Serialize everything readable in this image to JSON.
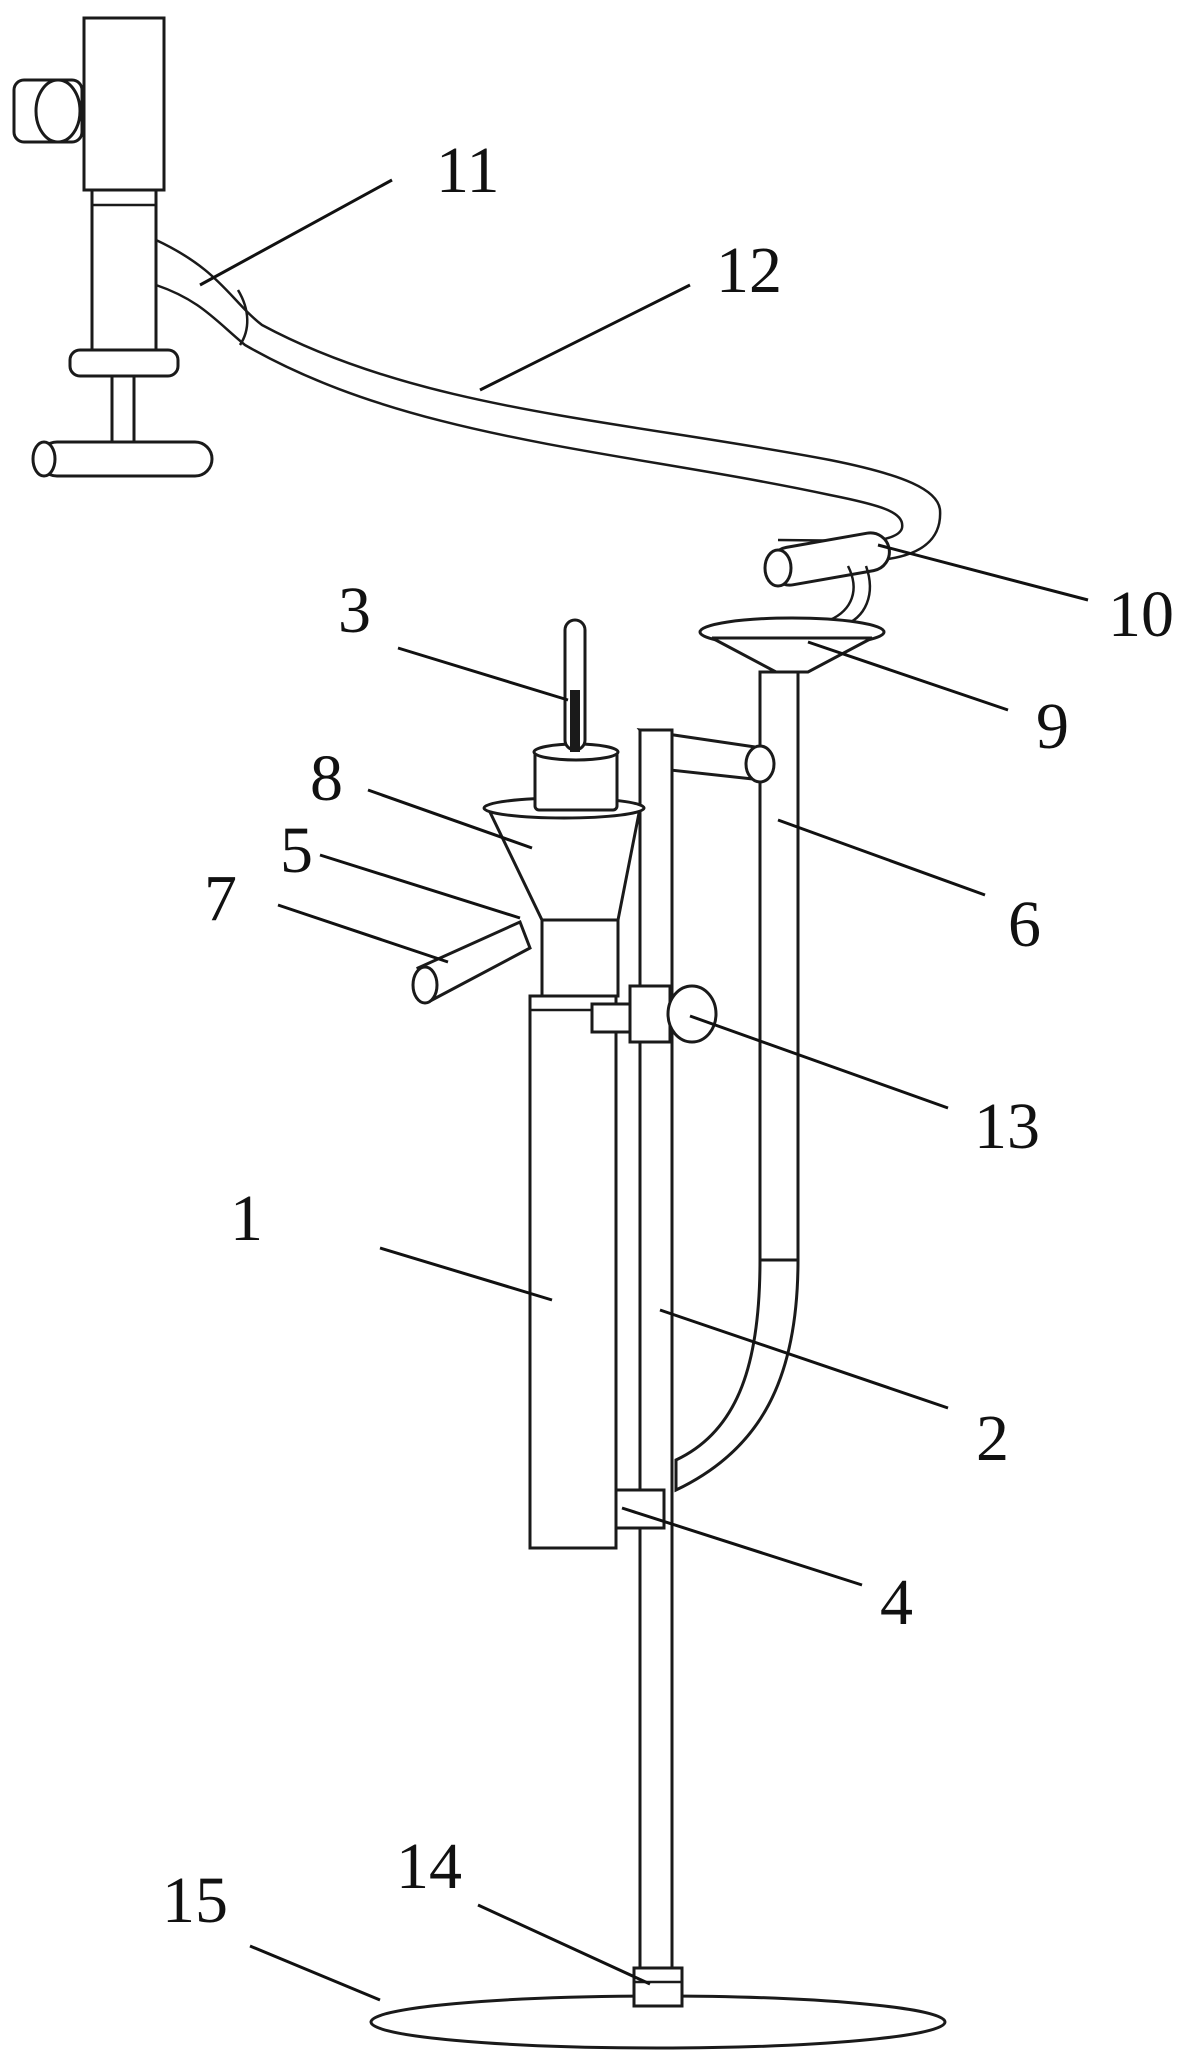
{
  "labels": {
    "l1": "1",
    "l2": "2",
    "l3": "3",
    "l4": "4",
    "l5": "5",
    "l6": "6",
    "l7": "7",
    "l8": "8",
    "l9": "9",
    "l10": "10",
    "l11": "11",
    "l12": "12",
    "l13": "13",
    "l14": "14",
    "l15": "15"
  },
  "colors": {
    "line": "#1a1a1a",
    "background": "#ffffff"
  }
}
